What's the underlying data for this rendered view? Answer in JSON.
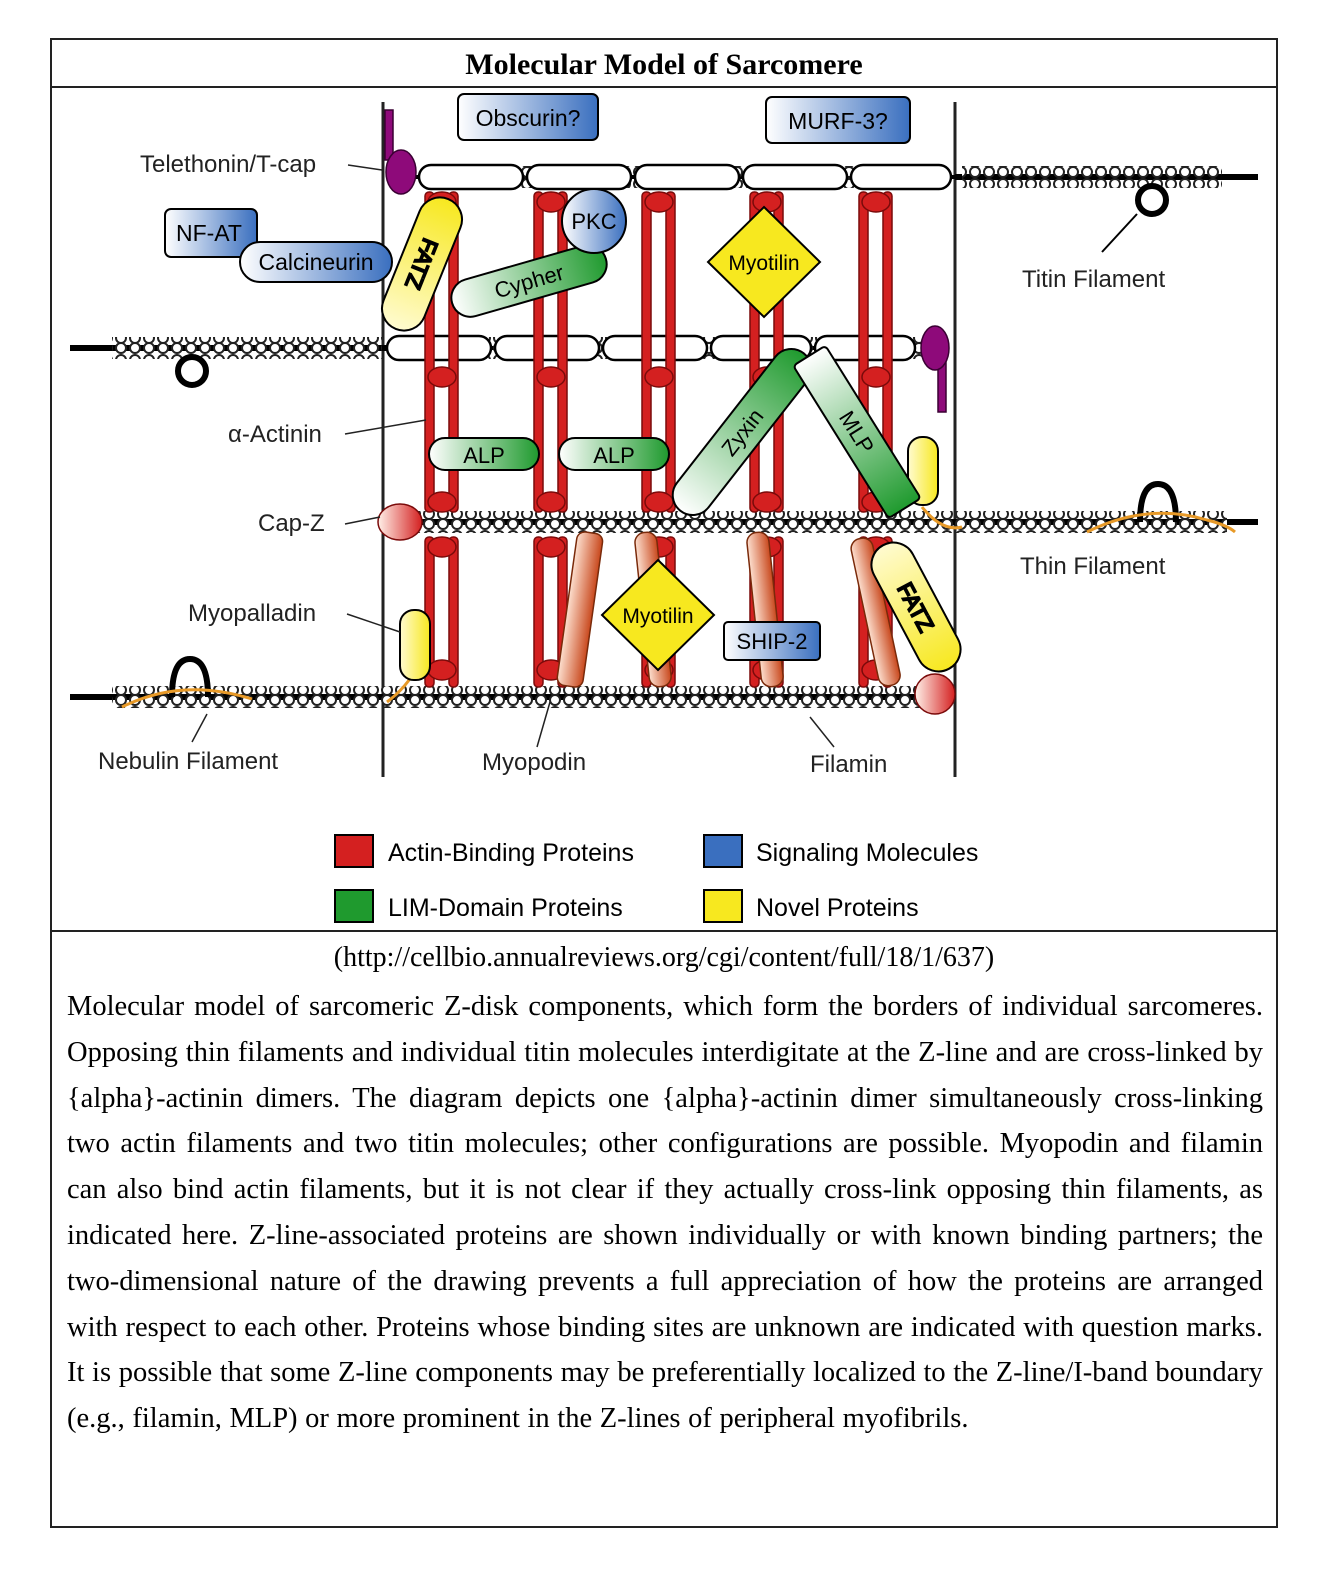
{
  "title": "Molecular Model of Sarcomere",
  "labels": {
    "obscurin": "Obscurin?",
    "murf3": "MURF-3?",
    "telethonin": "Telethonin/T-cap",
    "nfat": "NF-AT",
    "calcineurin": "Calcineurin",
    "pkc": "PKC",
    "fatz": "FATZ",
    "cypher": "Cypher",
    "myotilin": "Myotilin",
    "titin_filament": "Titin Filament",
    "alpha_actinin": "α-Actinin",
    "alp": "ALP",
    "zyxin": "Zyxin",
    "mlp": "MLP",
    "capz": "Cap-Z",
    "thin_filament": "Thin Filament",
    "myopalladin": "Myopalladin",
    "ship2": "SHIP-2",
    "nebulin_filament": "Nebulin Filament",
    "myopodin": "Myopodin",
    "filamin": "Filamin"
  },
  "legend": [
    {
      "label": "Actin-Binding Proteins",
      "color": "#d42020"
    },
    {
      "label": "Signaling Molecules",
      "color": "#3a6fbf"
    },
    {
      "label": "LIM-Domain Proteins",
      "color": "#1f9a2e"
    },
    {
      "label": "Novel Proteins",
      "color": "#f7e81f"
    }
  ],
  "colors": {
    "actin_binding": "#d42020",
    "signaling": "#3a6fbf",
    "lim": "#1f9a2e",
    "novel": "#f7e81f",
    "telethonin": "#8e0a7a",
    "nebulin": "#e89a28"
  },
  "source": "(http://cellbio.annualreviews.org/cgi/content/full/18/1/637)",
  "caption": "Molecular model of sarcomeric Z-disk components, which form the borders of individual sarcomeres. Opposing thin filaments and individual titin molecules interdigitate at the Z-line and are cross-linked by {alpha}-actinin dimers. The diagram depicts one {alpha}-actinin dimer simultaneously cross-linking two actin filaments and two titin molecules; other configurations are possible. Myopodin and filamin can also bind actin filaments, but it is not clear if they actually cross-link opposing thin filaments, as indicated here. Z-line-associated proteins are shown individually or with known binding partners; the two-dimensional nature of the drawing prevents a full appreciation of how the proteins are arranged with respect to each other. Proteins whose binding sites are unknown are indicated with question marks. It is possible that some Z-line components may be preferentially localized to the Z-line/I-band boundary (e.g., filamin, MLP) or more prominent in the Z-lines of peripheral myofibrils."
}
